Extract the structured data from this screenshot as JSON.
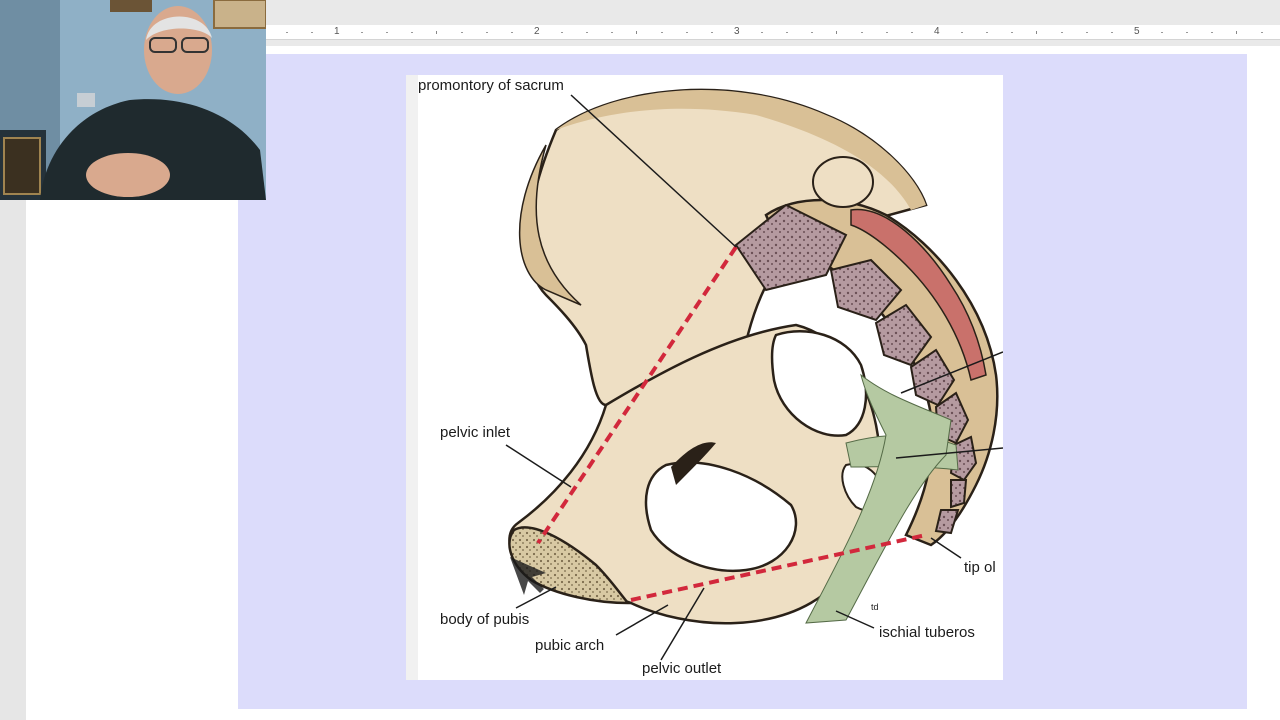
{
  "ruler": {
    "numbers": [
      "1",
      "2",
      "3",
      "4",
      "5"
    ]
  },
  "figure": {
    "labels": {
      "promontory": "promontory of sacrum",
      "pelvic_inlet": "pelvic inlet",
      "body_of_pubis": "body of pubis",
      "pubic_arch": "pubic arch",
      "pelvic_outlet": "pelvic outlet",
      "tip": "tip ol",
      "ischial": "ischial tuberos"
    },
    "colors": {
      "bone": "#eedfc4",
      "bone_shadow": "#d9c096",
      "dashed_line": "#d2283c",
      "ligament": "#b5c9a2",
      "vertebra": "#9c7e82"
    }
  },
  "webcam": {
    "description_icon": "presenter-video-icon",
    "colors": {
      "wall": "#8fb0c6",
      "shirt": "#1f2a2e",
      "skin": "#d9a98e"
    }
  }
}
